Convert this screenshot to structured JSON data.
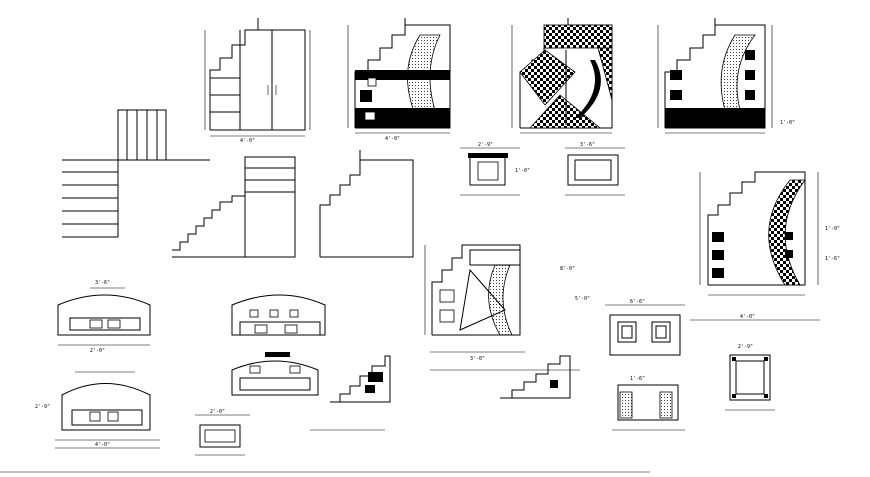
{
  "drawing": {
    "title": "",
    "dims": {
      "a": "1'-0\"",
      "b": "2'-0\"",
      "c": "3'-6\"",
      "d": "4'-0\"",
      "e": "2'-9\"",
      "f": "1'-6\"",
      "g": "5'-0\"",
      "h": "8'-0\"",
      "i": "6'-6\"",
      "j": "3'-0\""
    }
  }
}
